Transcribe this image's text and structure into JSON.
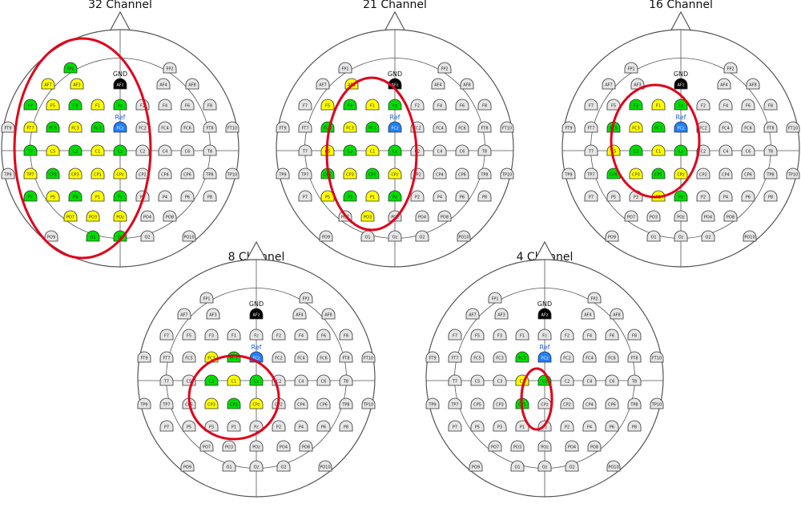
{
  "colors": {
    "outline": "#555555",
    "inactive": "#e6e6e6",
    "yellow": "#ffff00",
    "green": "#00dd00",
    "ref": "#1f7fff",
    "gnd": "#000000",
    "circle": "#e0001a",
    "ref_text": "#1f5bd6"
  },
  "markers": {
    "gnd": "GND",
    "ref": "Ref"
  },
  "electrodes": [
    {
      "id": "FP1"
    },
    {
      "id": "FP2"
    },
    {
      "id": "AF7"
    },
    {
      "id": "AF3"
    },
    {
      "id": "AFz"
    },
    {
      "id": "AF4"
    },
    {
      "id": "AF8"
    },
    {
      "id": "F7"
    },
    {
      "id": "F5"
    },
    {
      "id": "F3"
    },
    {
      "id": "F1"
    },
    {
      "id": "Fz"
    },
    {
      "id": "F2"
    },
    {
      "id": "F4"
    },
    {
      "id": "F6"
    },
    {
      "id": "F8"
    },
    {
      "id": "FT9"
    },
    {
      "id": "FT7"
    },
    {
      "id": "FC5"
    },
    {
      "id": "FC3"
    },
    {
      "id": "FC1"
    },
    {
      "id": "FCz"
    },
    {
      "id": "FC2"
    },
    {
      "id": "FC4"
    },
    {
      "id": "FC6"
    },
    {
      "id": "FT8"
    },
    {
      "id": "FT10"
    },
    {
      "id": "T7"
    },
    {
      "id": "C5"
    },
    {
      "id": "C3"
    },
    {
      "id": "C1"
    },
    {
      "id": "Cz"
    },
    {
      "id": "C2"
    },
    {
      "id": "C4"
    },
    {
      "id": "C6"
    },
    {
      "id": "T8"
    },
    {
      "id": "TP9"
    },
    {
      "id": "TP7"
    },
    {
      "id": "CP5"
    },
    {
      "id": "CP3"
    },
    {
      "id": "CP1"
    },
    {
      "id": "CPz"
    },
    {
      "id": "CP2"
    },
    {
      "id": "CP4"
    },
    {
      "id": "CP6"
    },
    {
      "id": "TP8"
    },
    {
      "id": "TP10"
    },
    {
      "id": "P7"
    },
    {
      "id": "P5"
    },
    {
      "id": "P3"
    },
    {
      "id": "P1"
    },
    {
      "id": "Pz"
    },
    {
      "id": "P2"
    },
    {
      "id": "P4"
    },
    {
      "id": "P6"
    },
    {
      "id": "P8"
    },
    {
      "id": "PO7"
    },
    {
      "id": "PO3"
    },
    {
      "id": "POz"
    },
    {
      "id": "PO4"
    },
    {
      "id": "PO8"
    },
    {
      "id": "PO9"
    },
    {
      "id": "O1"
    },
    {
      "id": "Oz"
    },
    {
      "id": "O2"
    },
    {
      "id": "PO10"
    }
  ],
  "montages": [
    {
      "title": "32 Channel",
      "yellow": [
        "AF7",
        "AF3",
        "FT7",
        "F5",
        "F1",
        "FC3",
        "C5",
        "C1",
        "TP7",
        "CP3",
        "CP1",
        "P5",
        "P1",
        "CPz",
        "PO7",
        "PO3",
        "POz"
      ],
      "green": [
        "FP1",
        "F7",
        "F3",
        "FC5",
        "FC1",
        "T7",
        "C3",
        "Cz",
        "CP5",
        "P7",
        "P3",
        "Pz",
        "O1",
        "Oz",
        "Fz"
      ],
      "ref": [
        "FCz"
      ],
      "gnd": [
        "AFz"
      ]
    },
    {
      "title": "21 Channel",
      "yellow": [
        "AF3",
        "F5",
        "F1",
        "FC3",
        "C5",
        "C1",
        "CP3",
        "CPz",
        "P5",
        "P1",
        "PO3"
      ],
      "green": [
        "F3",
        "Fz",
        "FC5",
        "FC1",
        "C3",
        "Cz",
        "CP5",
        "CP1",
        "P3",
        "Pz"
      ],
      "ref": [
        "FCz"
      ],
      "gnd": [
        "AFz"
      ]
    },
    {
      "title": "16 Channel",
      "yellow": [
        "F1",
        "FC3",
        "C5",
        "C1",
        "CP3",
        "CPz",
        "P1"
      ],
      "green": [
        "F3",
        "Fz",
        "FC5",
        "FC1",
        "C3",
        "Cz",
        "CP5",
        "CP1",
        "Pz"
      ],
      "ref": [
        "FCz"
      ],
      "gnd": [
        "AFz"
      ]
    },
    {
      "title": "8 Channel",
      "yellow": [
        "FC3",
        "C1",
        "CP3",
        "CPz"
      ],
      "green": [
        "FC1",
        "C3",
        "Cz",
        "CP1"
      ],
      "ref": [
        "FCz"
      ],
      "gnd": [
        "AFz"
      ]
    },
    {
      "title": "4 Channel",
      "yellow": [
        "C1"
      ],
      "green": [
        "FC1",
        "Cz",
        "CP1"
      ],
      "ref": [
        "FCz"
      ],
      "gnd": [
        "AFz"
      ]
    }
  ]
}
